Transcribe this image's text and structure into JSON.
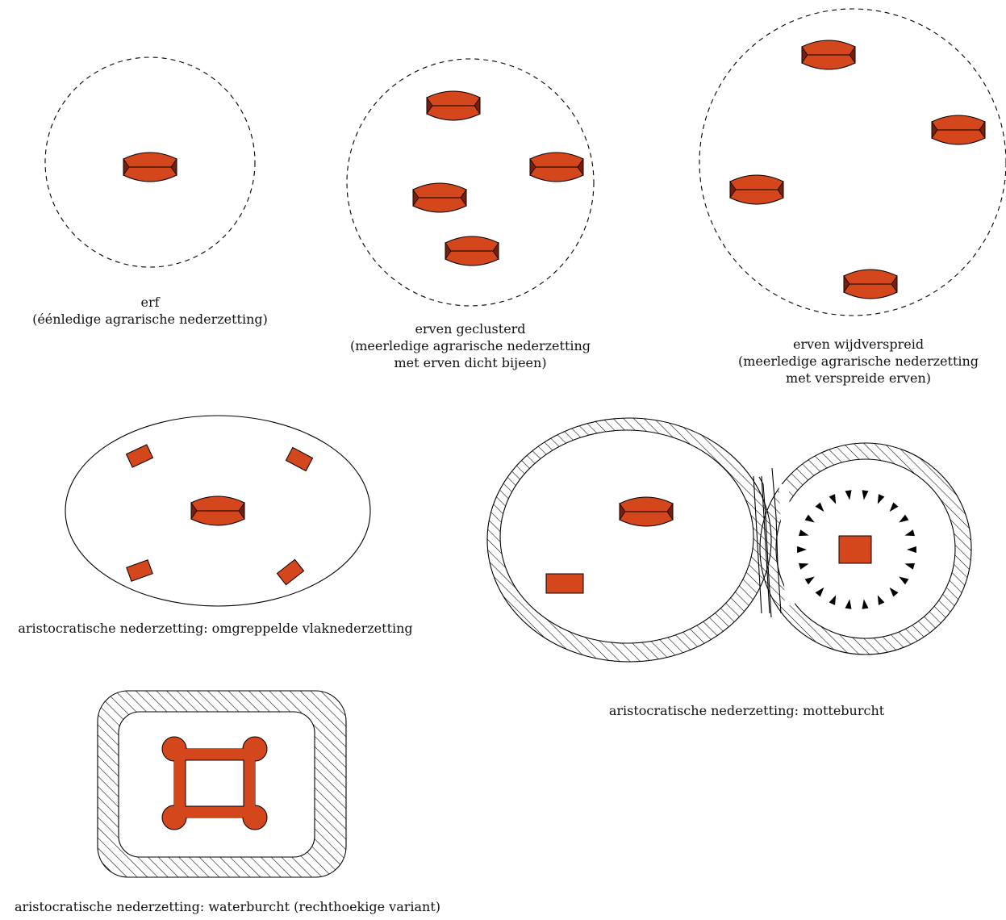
{
  "colors": {
    "building_fill": "#d4471c",
    "building_end": "#7a1e0c",
    "outline": "#000000"
  },
  "panels": {
    "erf": {
      "title": "erf",
      "subtitle": "(éénledige agrarische nederzetting)"
    },
    "erven_geclusterd": {
      "title": "erven geclusterd",
      "subtitle_1": "(meerledige agrarische nederzetting",
      "subtitle_2": "met erven dicht bijeen)"
    },
    "erven_wijdverspreid": {
      "title": "erven wijdverspreid",
      "subtitle_1": "(meerledige agrarische nederzetting",
      "subtitle_2": "met verspreide erven)"
    },
    "vlaknederzetting": {
      "title": "aristocratische nederzetting: omgreppelde vlaknederzetting"
    },
    "motteburcht": {
      "title": "aristocratische nederzetting: motteburcht"
    },
    "waterburcht": {
      "title": "aristocratische nederzetting: waterburcht (rechthoekige variant)"
    }
  }
}
